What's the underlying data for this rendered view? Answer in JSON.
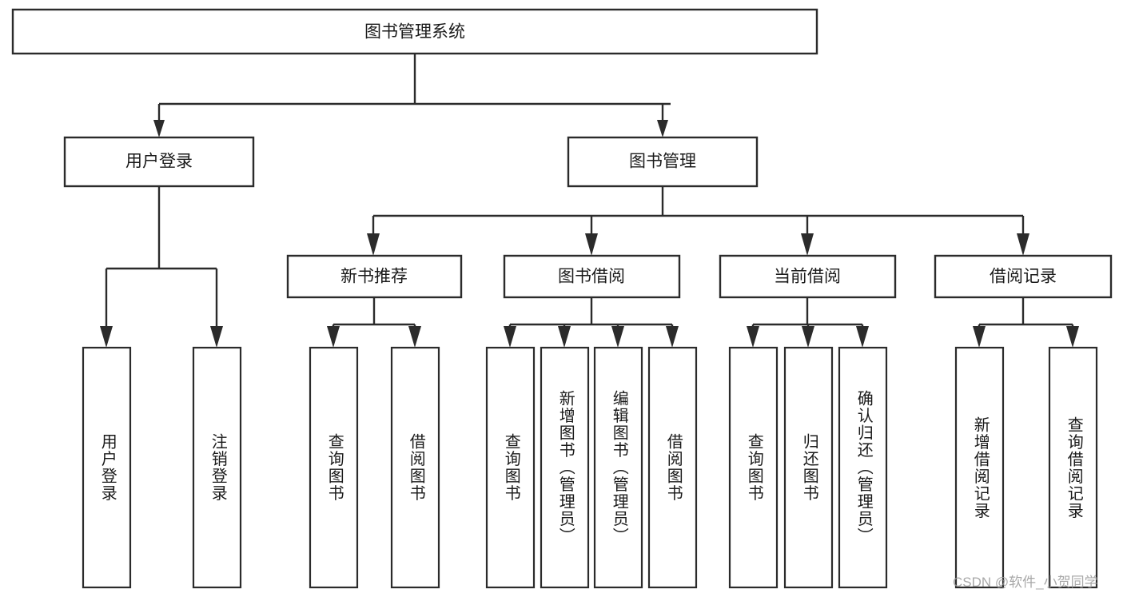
{
  "diagram": {
    "title": "图书管理系统",
    "type": "tree-diagram",
    "root": {
      "label": "图书管理系统"
    },
    "level1": [
      {
        "label": "用户登录"
      },
      {
        "label": "图书管理"
      }
    ],
    "level2": [
      {
        "label": "新书推荐"
      },
      {
        "label": "图书借阅"
      },
      {
        "label": "当前借阅"
      },
      {
        "label": "借阅记录"
      }
    ],
    "leaves": {
      "user_login": [
        {
          "label": "用户登录"
        },
        {
          "label": "注销登录"
        }
      ],
      "new_book_recommend": [
        {
          "label": "查询图书"
        },
        {
          "label": "借阅图书"
        }
      ],
      "book_borrow": [
        {
          "label": "查询图书"
        },
        {
          "label": "新增图书（管理员）"
        },
        {
          "label": "编辑图书（管理员）"
        },
        {
          "label": "借阅图书"
        }
      ],
      "current_borrow": [
        {
          "label": "查询图书"
        },
        {
          "label": "归还图书"
        },
        {
          "label": "确认归还（管理员）"
        }
      ],
      "borrow_record": [
        {
          "label": "新增借阅记录"
        },
        {
          "label": "查询借阅记录"
        }
      ]
    }
  },
  "watermark": {
    "text": "CSDN @软件_小贺同学"
  },
  "colors": {
    "stroke": "#2b2b2b",
    "fill": "#ffffff",
    "text": "#1a1a1a",
    "watermark": "#9a9a9a"
  }
}
